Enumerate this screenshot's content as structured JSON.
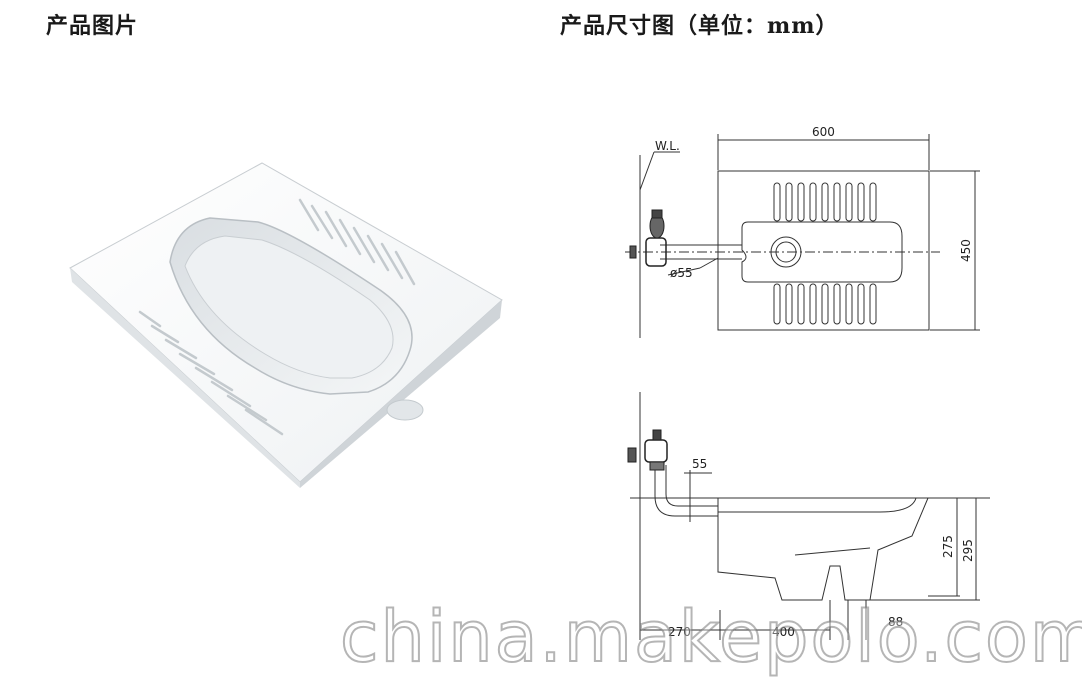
{
  "headings": {
    "left": "产品图片",
    "right": "产品尺寸图（单位：mm）"
  },
  "dimensions": {
    "width": "600",
    "depth": "450",
    "water_level": "W.L.",
    "inlet_diameter": "ø55",
    "inlet_height": "55",
    "rim_height": "275",
    "total_height": "295",
    "offset": "270",
    "outlet_span": "400",
    "outlet_size": "88"
  },
  "watermark": "china.makepolo.com"
}
